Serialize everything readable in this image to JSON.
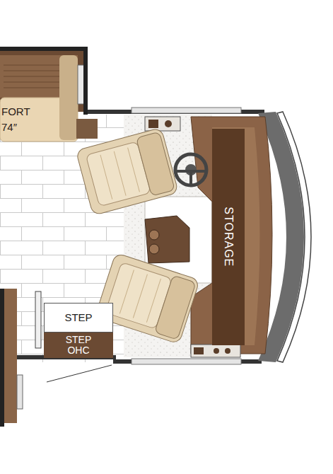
{
  "diagram": {
    "nodes": [
      {
        "text": [
          "FORT",
          "74″"
        ]
      },
      {
        "text": [
          "STEP"
        ]
      },
      {
        "text": [
          "STEP OHC"
        ]
      },
      {
        "text": [
          "STORAGE"
        ]
      }
    ]
  }
}
